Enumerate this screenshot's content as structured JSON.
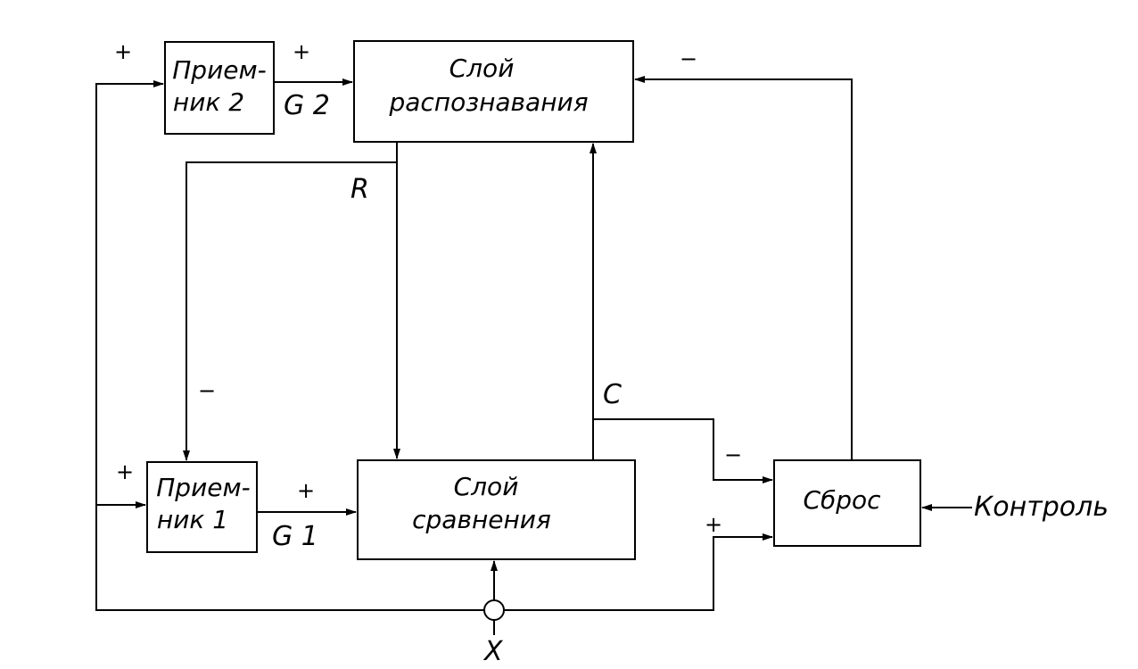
{
  "blocks": {
    "receiver2": {
      "line1": "Прием-",
      "line2": "ник 2"
    },
    "recognition": {
      "line1": "Слой",
      "line2": "распознавания"
    },
    "receiver1": {
      "line1": "Прием-",
      "line2": "ник 1"
    },
    "comparison": {
      "line1": "Слой",
      "line2": "сравнения"
    },
    "reset": {
      "label": "Сброс"
    }
  },
  "signals": {
    "g2": "G 2",
    "g1": "G 1",
    "r": "R",
    "c": "C",
    "x": "X",
    "control": "Контроль"
  },
  "signs": {
    "plus": "+",
    "minus": "−"
  }
}
